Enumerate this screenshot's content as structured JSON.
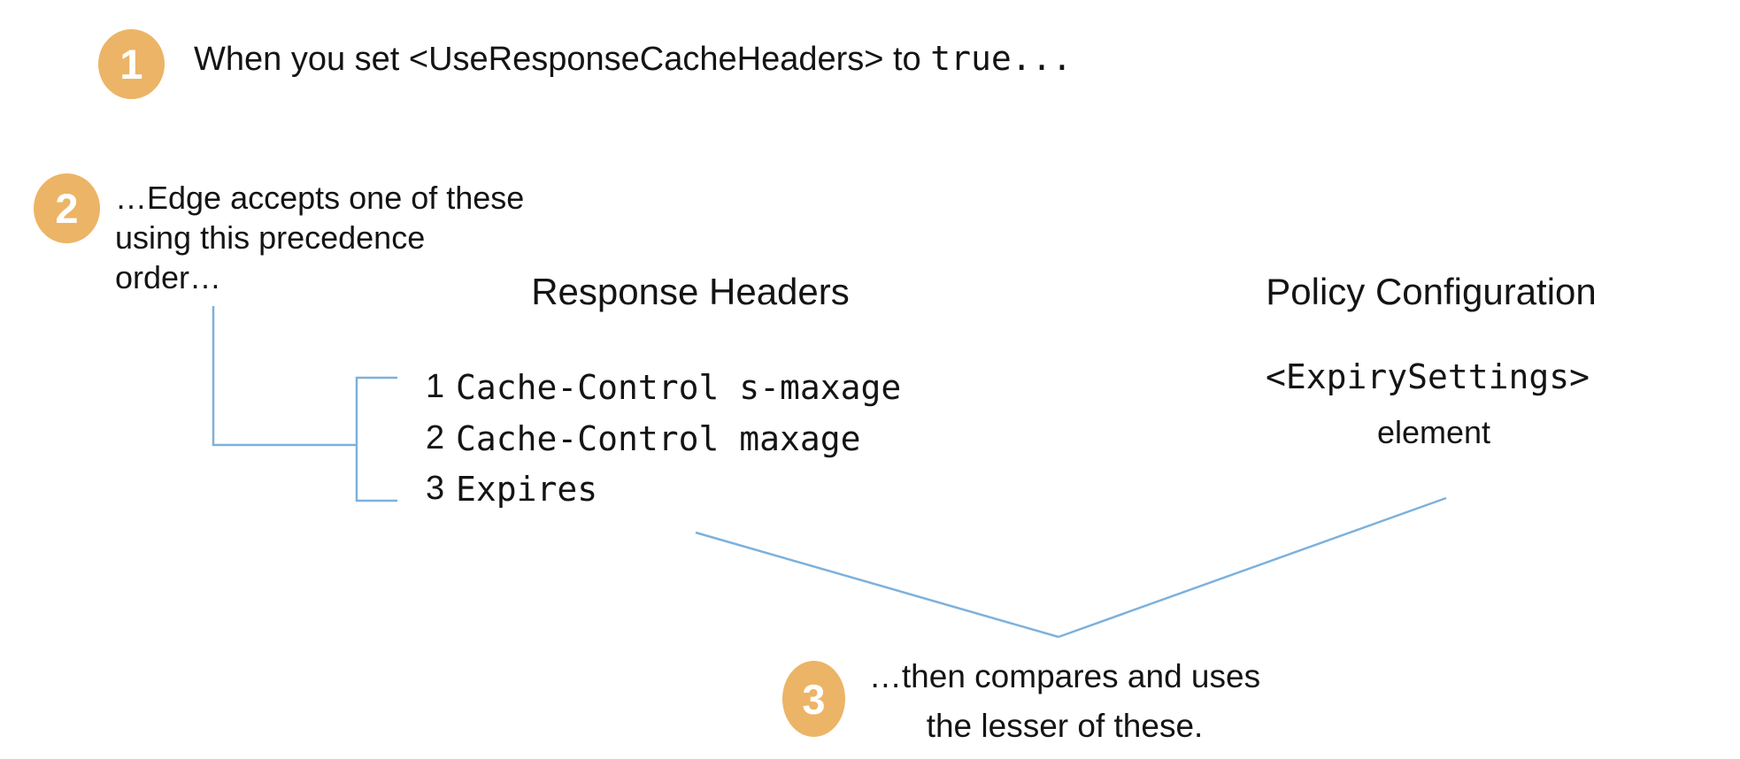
{
  "colors": {
    "accent_orange": "#ecb466",
    "connector_blue": "#7db1dc",
    "text": "#141414"
  },
  "steps": [
    {
      "number": "1",
      "text_prefix": "When you set <UseResponseCacheHeaders> to ",
      "text_code": "true..."
    },
    {
      "number": "2",
      "lines": [
        "…Edge accepts one of these",
        "using this precedence",
        "order…"
      ]
    },
    {
      "number": "3",
      "lines": [
        "…then compares and uses",
        "the lesser of these."
      ]
    }
  ],
  "columns": {
    "response_headers": {
      "title": "Response Headers",
      "items": [
        {
          "rank": "1",
          "label": "Cache-Control s-maxage"
        },
        {
          "rank": "2",
          "label": "Cache-Control maxage"
        },
        {
          "rank": "3",
          "label": "Expires"
        }
      ]
    },
    "policy_configuration": {
      "title": "Policy Configuration",
      "code": "<ExpirySettings>",
      "caption": "element"
    }
  }
}
